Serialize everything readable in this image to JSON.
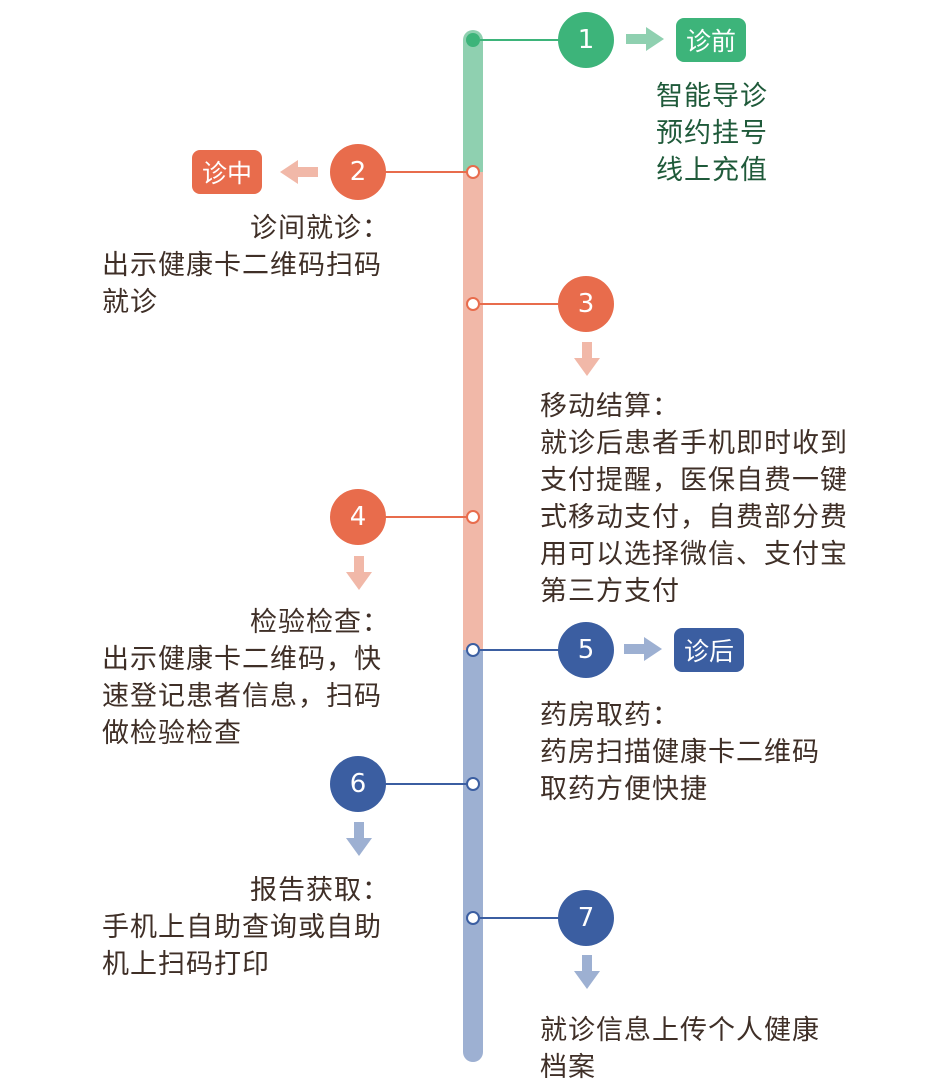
{
  "colors": {
    "green": "#3db47a",
    "orange": "#e86c4c",
    "blue": "#3b5ea1",
    "bar_green": "#8fd0b0",
    "bar_pink": "#f1b8a8",
    "bar_blue": "#9db0d2",
    "text": "#3f2f27"
  },
  "steps": [
    {
      "num": "1",
      "tag": "诊前",
      "lines": [
        "智能导诊",
        "预约挂号",
        "线上充值"
      ]
    },
    {
      "num": "2",
      "tag": "诊中",
      "lines": [
        "诊间就诊：",
        "出示健康卡二维码扫码",
        "就诊"
      ]
    },
    {
      "num": "3",
      "lines": [
        "移动结算：",
        "就诊后患者手机即时收到",
        "支付提醒，医保自费一键",
        "式移动支付，自费部分费",
        "用可以选择微信、支付宝",
        "第三方支付"
      ]
    },
    {
      "num": "4",
      "lines": [
        "检验检查：",
        "出示健康卡二维码，快",
        "速登记患者信息，扫码",
        "做检验检查"
      ]
    },
    {
      "num": "5",
      "tag": "诊后",
      "lines": [
        "药房取药：",
        "药房扫描健康卡二维码",
        "取药方便快捷"
      ]
    },
    {
      "num": "6",
      "lines": [
        "报告获取：",
        "手机上自助查询或自助",
        "机上扫码打印"
      ]
    },
    {
      "num": "7",
      "lines": [
        "就诊信息上传个人健康",
        "档案"
      ]
    }
  ]
}
